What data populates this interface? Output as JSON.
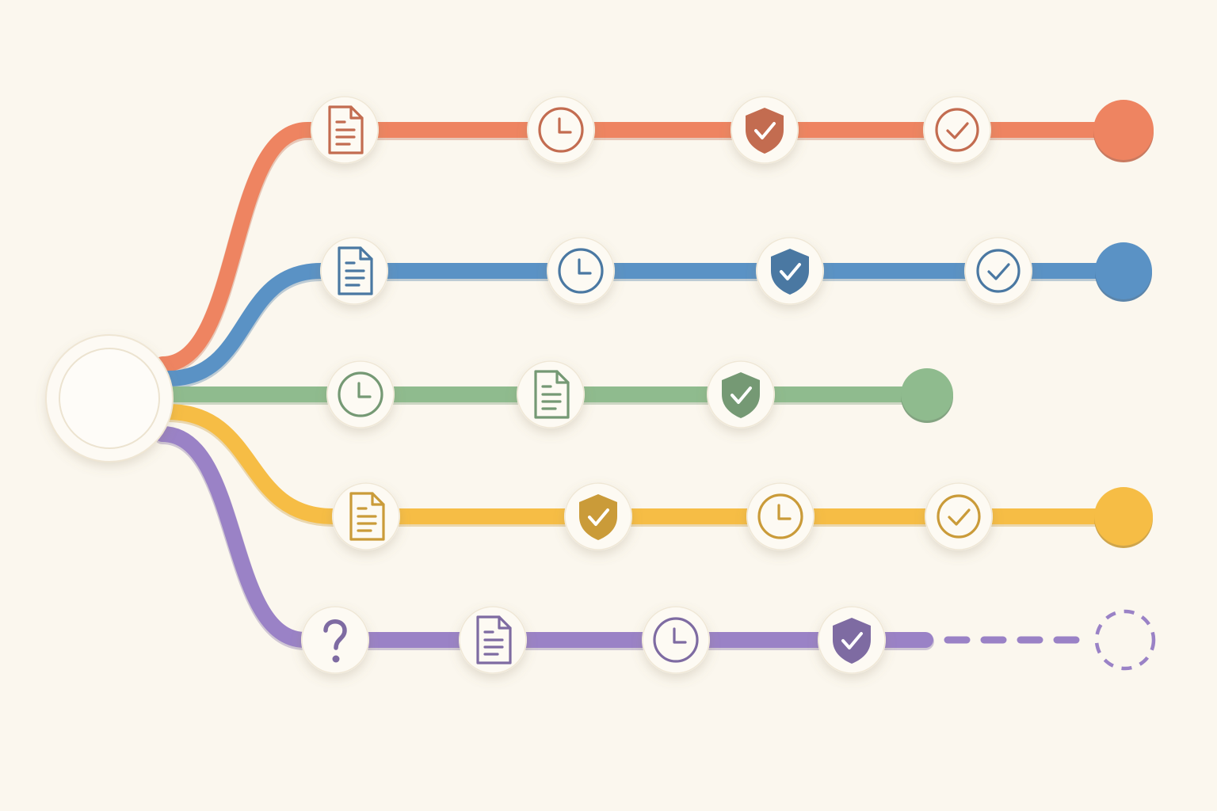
{
  "background": "#fbf7ee",
  "hub": {
    "name": "hub-node"
  },
  "lanes": [
    {
      "id": "lane-1",
      "color": "#ee8461",
      "steps": [
        "document-icon",
        "clock-icon",
        "shield-check-icon",
        "check-circle-icon"
      ],
      "end": "solid"
    },
    {
      "id": "lane-2",
      "color": "#5a92c5",
      "steps": [
        "document-icon",
        "clock-icon",
        "shield-check-icon",
        "check-circle-icon"
      ],
      "end": "solid"
    },
    {
      "id": "lane-3",
      "color": "#8fbb8e",
      "steps": [
        "clock-icon",
        "document-icon",
        "shield-check-icon"
      ],
      "end": "solid"
    },
    {
      "id": "lane-4",
      "color": "#f6bd45",
      "steps": [
        "document-icon",
        "shield-check-icon",
        "clock-icon",
        "check-circle-icon"
      ],
      "end": "solid"
    },
    {
      "id": "lane-5",
      "color": "#9a82c6",
      "steps": [
        "question-icon",
        "document-icon",
        "clock-icon",
        "shield-check-icon"
      ],
      "end": "dashed"
    }
  ]
}
